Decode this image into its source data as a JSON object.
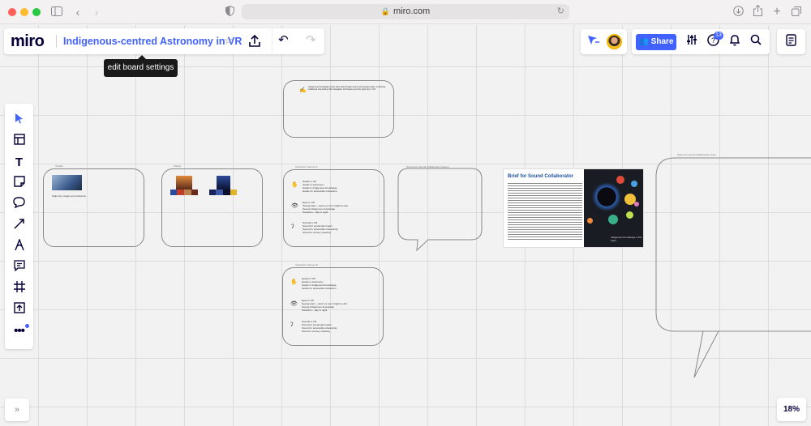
{
  "browser": {
    "url": "miro.com"
  },
  "board": {
    "logo": "miro",
    "title": "Indigenous-centred Astronomy in VR",
    "tooltip": "edit board settings",
    "share_label": "Share",
    "help_badge": "13",
    "zoom": "18%"
  },
  "frames": {
    "top": {
      "text": "Indigenous knowledge of the stars told through sound and spatial audio, combining traditional storytelling with navigation techniques and the night sky in VR"
    },
    "left": {
      "label": "Visuals",
      "caption": "Night sky images and reference"
    },
    "mid": {
      "label": "Palette"
    },
    "senses_a": {
      "label": "Interaction Senses A",
      "hands_title": "Hands in VR",
      "hands_lines": [
        "Hands in astronomy",
        "Hands in Indigenous knowledge",
        "Hands for accessible interaction"
      ],
      "eyes_title": "Eyes in VR",
      "eyes_lines": [
        "Seeing stars – warm vs cool, bright vs dim",
        "Seeing Indigenous knowledge",
        "Sundown – day to night"
      ],
      "ears_title": "Sounds in VR",
      "ears_lines": [
        "Sound for emotional impact",
        "Sound for accessible interactivity",
        "Sound to convey meaning"
      ]
    },
    "senses_b": {
      "label": "Interaction Senses B",
      "hands_title": "Hands in VR",
      "hands_lines": [
        "Hands in astronomy",
        "Hands in Indigenous knowledge",
        "Hands for accessible interaction"
      ],
      "eyes_title": "Eyes in VR",
      "eyes_lines": [
        "Seeing stars – warm vs cool, bright vs dim",
        "Seeing Indigenous knowledge",
        "Sundown – day to night"
      ],
      "ears_title": "Sounds in VR",
      "ears_lines": [
        "Sound for emotional impact",
        "Sound for accessible interactivity",
        "Sound to convey meaning"
      ]
    },
    "speech_small": {
      "label": "Notes from Sound Collaborator session"
    },
    "speech_large": {
      "label": "Space for Sound Collaborator notes"
    },
    "doc": {
      "title": "Brief for Sound Collaborator",
      "caption": "Indigenous Knowledge in the Stars"
    }
  },
  "colors": {
    "accent": "#4262ff",
    "swatches_a": [
      "#2b4a9c",
      "#c33c2a",
      "#b9834e",
      "#6b2a1f"
    ],
    "swatches_b": [
      "#17245c",
      "#3a5aa8",
      "#0a0f2c",
      "#e0b32c"
    ]
  },
  "icons": {
    "toolbar": [
      "select-icon",
      "templates-icon",
      "text-icon",
      "sticky-note-icon",
      "comment-icon",
      "line-icon",
      "pen-icon",
      "chat-icon",
      "frame-icon",
      "upload-icon",
      "more-icon"
    ]
  }
}
